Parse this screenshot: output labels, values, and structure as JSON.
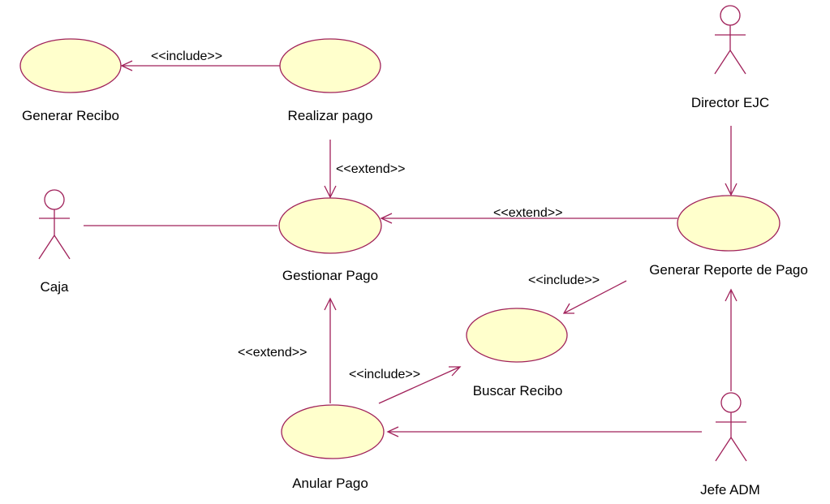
{
  "colors": {
    "line": "#a0215a",
    "ellipse_fill": "#ffffcc",
    "text": "#000000"
  },
  "use_cases": {
    "generar_recibo": "Generar Recibo",
    "realizar_pago": "Realizar pago",
    "gestionar_pago": "Gestionar Pago",
    "generar_reporte": "Generar Reporte de Pago",
    "buscar_recibo": "Buscar Recibo",
    "anular_pago": "Anular Pago"
  },
  "actors": {
    "director": "Director EJC",
    "caja": "Caja",
    "jefe": "Jefe ADM"
  },
  "relations": {
    "include_realizar_generar": "<<include>>",
    "extend_realizar_gestionar": "<<extend>>",
    "extend_reporte_gestionar": "<<extend>>",
    "include_reporte_buscar": "<<include>>",
    "extend_anular_gestionar": "<<extend>>",
    "include_anular_buscar": "<<include>>"
  }
}
